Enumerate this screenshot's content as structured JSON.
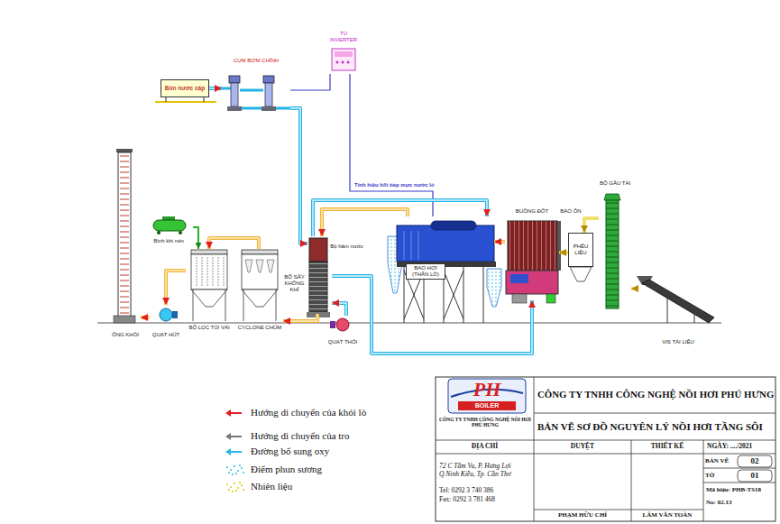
{
  "diagram": {
    "title": "BẢN VẼ SƠ ĐỒ NGUYÊN LÝ NỒI HƠI TẦNG SÔI",
    "nodes": [
      {
        "text": [
          "TỦ INVERTER"
        ]
      },
      {
        "text": [
          "Bồn nước cấp"
        ]
      },
      {
        "text": [
          "CỤM BƠM CHÍNH"
        ]
      },
      {
        "text": [
          "BỘ GẦU TẢI"
        ]
      },
      {
        "text": [
          "BUỒNG ĐỐT"
        ]
      },
      {
        "text": [
          "Bình khí nén"
        ]
      },
      {
        "text": [
          "Bộ hâm nước"
        ]
      },
      {
        "text": [
          "BAO HƠI (THÂN LÒ)"
        ]
      },
      {
        "text": [
          "PHỄU LIỆU"
        ]
      },
      {
        "text": [
          "BỘ SẤY KHÔNG KHÍ"
        ]
      },
      {
        "text": [
          "BỘ LỌC TÚI VẢI"
        ]
      },
      {
        "text": [
          "CYCLONE CHÙM"
        ]
      },
      {
        "text": [
          "QUẠT THỔI"
        ]
      },
      {
        "text": [
          "QUẠT HÚT"
        ]
      },
      {
        "text": [
          "ỐNG KHÓI"
        ]
      },
      {
        "text": [
          "VIS TẢI LIỆU"
        ]
      }
    ],
    "edges": [
      {
        "from": 1,
        "to": 2,
        "arrow": "to"
      },
      {
        "from": 0,
        "to": 2,
        "arrow": "none"
      },
      {
        "from": 2,
        "to": 6,
        "arrow": "to"
      },
      {
        "from": 0,
        "to": 7,
        "arrow": "none",
        "label": "Tính hiệu hồi tiếp mực nước lò"
      },
      {
        "from": 6,
        "to": 7,
        "arrow": "to"
      },
      {
        "from": 7,
        "to": 6,
        "arrow": "to"
      },
      {
        "from": 4,
        "to": 7,
        "arrow": "to"
      },
      {
        "from": 8,
        "to": 4,
        "arrow": "to"
      },
      {
        "from": 3,
        "to": 8,
        "arrow": "to"
      },
      {
        "from": 15,
        "to": 3,
        "arrow": "to"
      },
      {
        "from": 9,
        "to": 11,
        "arrow": "to"
      },
      {
        "from": 11,
        "to": 10,
        "arrow": "to"
      },
      {
        "from": 10,
        "to": 13,
        "arrow": "to"
      },
      {
        "from": 13,
        "to": 14,
        "arrow": "to"
      },
      {
        "from": 5,
        "to": 10,
        "arrow": "to"
      },
      {
        "from": 12,
        "to": 9,
        "arrow": "to"
      },
      {
        "from": 9,
        "to": 4,
        "arrow": "to"
      }
    ],
    "labels": [
      "BẢO ÔN",
      "PH",
      "BOILER",
      "CÔNG TY TNHH CÔNG NGHỆ NỒI HƠI PHÚ HƯNG",
      "CÔNG TY TNHH CÔNG NGHỆ NỒI HƠI PHÚ HƯNG",
      "ĐỊA CHỈ",
      "DUYỆT",
      "THIẾT KẾ",
      "NGÀY: ..../2021",
      "BẢN VẼ",
      "02",
      "TỜ",
      "01",
      "Mã hiệu: PHB-TS18",
      "No: 02.13",
      "72 C Tầm Vu, P. Hưng Lợi Q.Ninh Kiều, Tp. Cần Thơ",
      "Tel: 0292 3 740 386",
      "Fax: 0292 3 781 468",
      "PHẠM HỮU CHÍ",
      "LÂM VĂN TOÀN"
    ],
    "legend": [
      {
        "text": "Hướng di chuyển của khói lò"
      },
      {
        "text": "Hướng di chuyển của tro"
      },
      {
        "text": "Đường bổ sung oxy"
      },
      {
        "text": "Điểm phun sương"
      },
      {
        "text": "Nhiên liệu"
      }
    ]
  }
}
